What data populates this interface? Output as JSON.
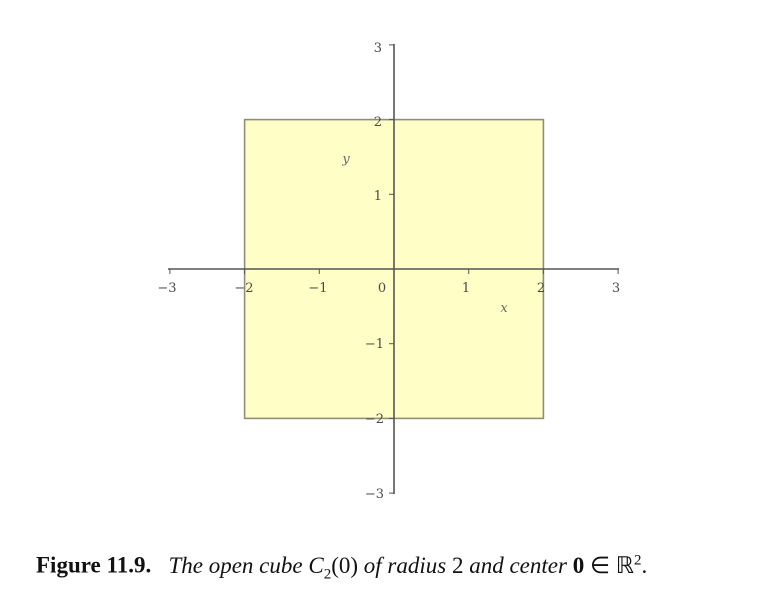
{
  "figure": {
    "x_ticks": [
      "−3",
      "−2",
      "−1",
      "0",
      "1",
      "2",
      "3"
    ],
    "y_ticks": [
      "3",
      "2",
      "1",
      "−1",
      "−2",
      "−3"
    ],
    "x_axis_name": "x",
    "y_axis_name": "y",
    "square": {
      "x_min": -2,
      "x_max": 2,
      "y_min": -2,
      "y_max": 2
    },
    "axis_range": {
      "x": [
        -3,
        3
      ],
      "y": [
        -3,
        3
      ]
    },
    "colors": {
      "square_fill": "#fefec0",
      "square_stroke": "#8f8f77",
      "axis": "#555555"
    }
  },
  "caption": {
    "label": "Figure 11.9.",
    "text_part1": "The open cube ",
    "math_C": "C",
    "math_sub": "2",
    "math_arg": "(0)",
    "text_part2": " of radius ",
    "radius": "2",
    "text_part3": " and center ",
    "center_vec": "0",
    "member_of": " ∈ ",
    "space": "ℝ",
    "space_sup": "2",
    "end": "."
  }
}
